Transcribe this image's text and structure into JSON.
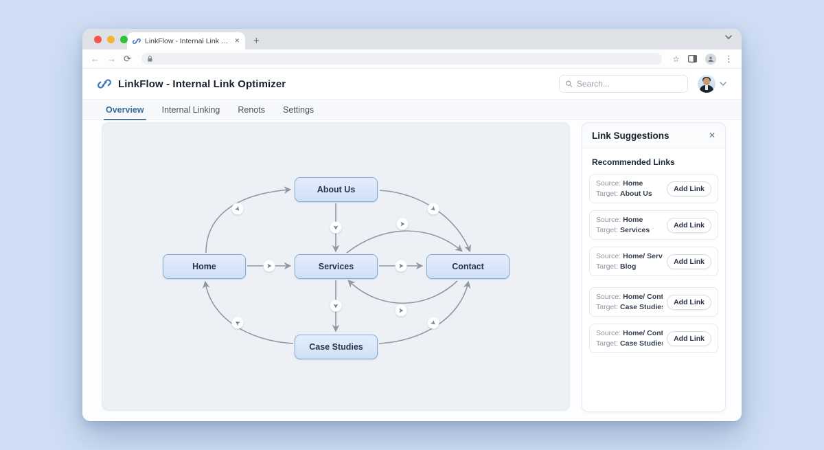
{
  "browser": {
    "tab": {
      "title": "LinkFlow - Internal Link Optimizer",
      "close_icon": "✕"
    },
    "new_tab_icon": "+",
    "back_icon": "←",
    "forward_icon": "→",
    "reload_icon": "⟳",
    "star_icon": "☆",
    "menu_icon": "⋮"
  },
  "header": {
    "title": "LinkFlow - Internal Link Optimizer",
    "search_placeholder": "Search..."
  },
  "nav": {
    "tabs": [
      {
        "label": "Overview",
        "active": true
      },
      {
        "label": "Internal Linking",
        "active": false
      },
      {
        "label": "Renots",
        "active": false
      },
      {
        "label": "Settings",
        "active": false
      }
    ]
  },
  "diagram": {
    "nodes": [
      {
        "id": "home",
        "label": "Home"
      },
      {
        "id": "about-us",
        "label": "About Us"
      },
      {
        "id": "services",
        "label": "Services"
      },
      {
        "id": "contact",
        "label": "Contact"
      },
      {
        "id": "case-studies",
        "label": "Case Studies"
      }
    ],
    "edges": [
      {
        "from": "Home",
        "to": "About Us"
      },
      {
        "from": "About Us",
        "to": "Contact"
      },
      {
        "from": "About Us",
        "to": "Services"
      },
      {
        "from": "Home",
        "to": "Services"
      },
      {
        "from": "Services",
        "to": "Contact"
      },
      {
        "from": "Services",
        "to": "Contact",
        "style": "curved"
      },
      {
        "from": "Contact",
        "to": "Services",
        "style": "curved"
      },
      {
        "from": "Services",
        "to": "Case Studies"
      },
      {
        "from": "Case Studies",
        "to": "Contact"
      },
      {
        "from": "Case Studies",
        "to": "Home"
      }
    ]
  },
  "panel": {
    "title": "Link Suggestions",
    "close_icon": "✕",
    "section_title": "Recommended Links",
    "source_label": "Source:",
    "target_label": "Target:",
    "add_link_label": "Add Link",
    "suggestions": [
      {
        "source": "Home",
        "target": "About Us"
      },
      {
        "source": "Home",
        "target": "Services"
      },
      {
        "source": "Home/ Service",
        "target": "Blog"
      },
      {
        "source": "Home/ Contact",
        "target": "Case Studies [ho..."
      },
      {
        "source": "Home/ Contact",
        "target": "Case Studies (ho..."
      }
    ]
  },
  "colors": {
    "accent_blue": "#3a6ca5",
    "node_fill": "#d8e6f8",
    "node_border": "#89a7cf",
    "edge_gray": "#8e97a4",
    "background": "#cfdef4"
  }
}
